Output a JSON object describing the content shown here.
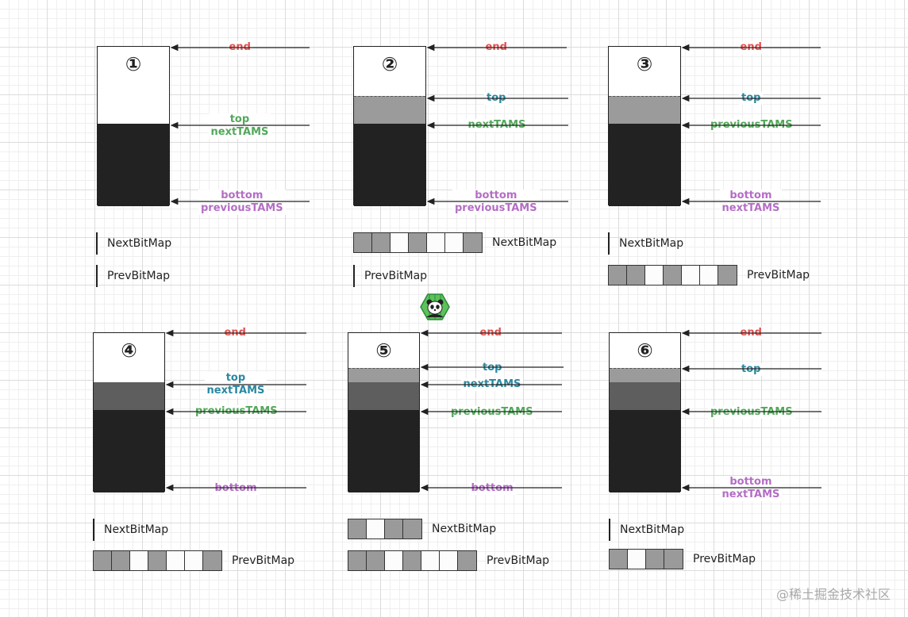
{
  "watermark": "@稀土掘金技术社区",
  "colors": {
    "end": "#e0524f",
    "green": "#52a85a",
    "teal": "#2a88a0",
    "purple": "#b46dc5"
  },
  "panels": [
    {
      "number": "①",
      "labels": [
        {
          "lines": [
            "end"
          ],
          "color": "end"
        },
        {
          "lines": [
            "top",
            "nextTAMS"
          ],
          "color": "green"
        },
        {
          "lines": [
            "bottom",
            "previousTAMS"
          ],
          "color": "purple"
        }
      ],
      "bitmaps": [
        {
          "label": "NextBitMap",
          "cells": []
        },
        {
          "label": "PrevBitMap",
          "cells": []
        }
      ]
    },
    {
      "number": "②",
      "labels": [
        {
          "lines": [
            "end"
          ],
          "color": "end"
        },
        {
          "lines": [
            "top"
          ],
          "color": "teal"
        },
        {
          "lines": [
            "nextTAMS"
          ],
          "color": "green"
        },
        {
          "lines": [
            "bottom",
            "previousTAMS"
          ],
          "color": "purple"
        }
      ],
      "bitmaps": [
        {
          "label": "NextBitMap",
          "cells": [
            1,
            1,
            0,
            1,
            0,
            0,
            1
          ]
        },
        {
          "label": "PrevBitMap",
          "cells": []
        }
      ]
    },
    {
      "number": "③",
      "labels": [
        {
          "lines": [
            "end"
          ],
          "color": "end"
        },
        {
          "lines": [
            "top"
          ],
          "color": "teal"
        },
        {
          "lines": [
            "previousTAMS"
          ],
          "color": "green"
        },
        {
          "lines": [
            "bottom",
            "nextTAMS"
          ],
          "color": "purple"
        }
      ],
      "bitmaps": [
        {
          "label": "NextBitMap",
          "cells": []
        },
        {
          "label": "PrevBitMap",
          "cells": [
            1,
            1,
            0,
            1,
            0,
            0,
            1
          ]
        }
      ]
    },
    {
      "number": "④",
      "labels": [
        {
          "lines": [
            "end"
          ],
          "color": "end"
        },
        {
          "lines": [
            "top",
            "nextTAMS"
          ],
          "color": "teal"
        },
        {
          "lines": [
            "previousTAMS"
          ],
          "color": "green"
        },
        {
          "lines": [
            "bottom"
          ],
          "color": "purple"
        }
      ],
      "bitmaps": [
        {
          "label": "NextBitMap",
          "cells": []
        },
        {
          "label": "PrevBitMap",
          "cells": [
            1,
            1,
            0,
            1,
            0,
            0,
            1
          ]
        }
      ]
    },
    {
      "number": "⑤",
      "labels": [
        {
          "lines": [
            "end"
          ],
          "color": "end"
        },
        {
          "lines": [
            "top"
          ],
          "color": "teal"
        },
        {
          "lines": [
            "nextTAMS"
          ],
          "color": "teal"
        },
        {
          "lines": [
            "previousTAMS"
          ],
          "color": "green"
        },
        {
          "lines": [
            "bottom"
          ],
          "color": "purple"
        }
      ],
      "bitmaps": [
        {
          "label": "NextBitMap",
          "cells": [
            1,
            0,
            1,
            1
          ]
        },
        {
          "label": "PrevBitMap",
          "cells": [
            1,
            1,
            0,
            1,
            0,
            0,
            1
          ]
        }
      ]
    },
    {
      "number": "⑥",
      "labels": [
        {
          "lines": [
            "end"
          ],
          "color": "end"
        },
        {
          "lines": [
            "top"
          ],
          "color": "teal"
        },
        {
          "lines": [
            "previousTAMS"
          ],
          "color": "green"
        },
        {
          "lines": [
            "bottom",
            "nextTAMS"
          ],
          "color": "purple"
        }
      ],
      "bitmaps": [
        {
          "label": "NextBitMap",
          "cells": []
        },
        {
          "label": "PrevBitMap",
          "cells": [
            1,
            0,
            1,
            1
          ]
        }
      ]
    }
  ]
}
